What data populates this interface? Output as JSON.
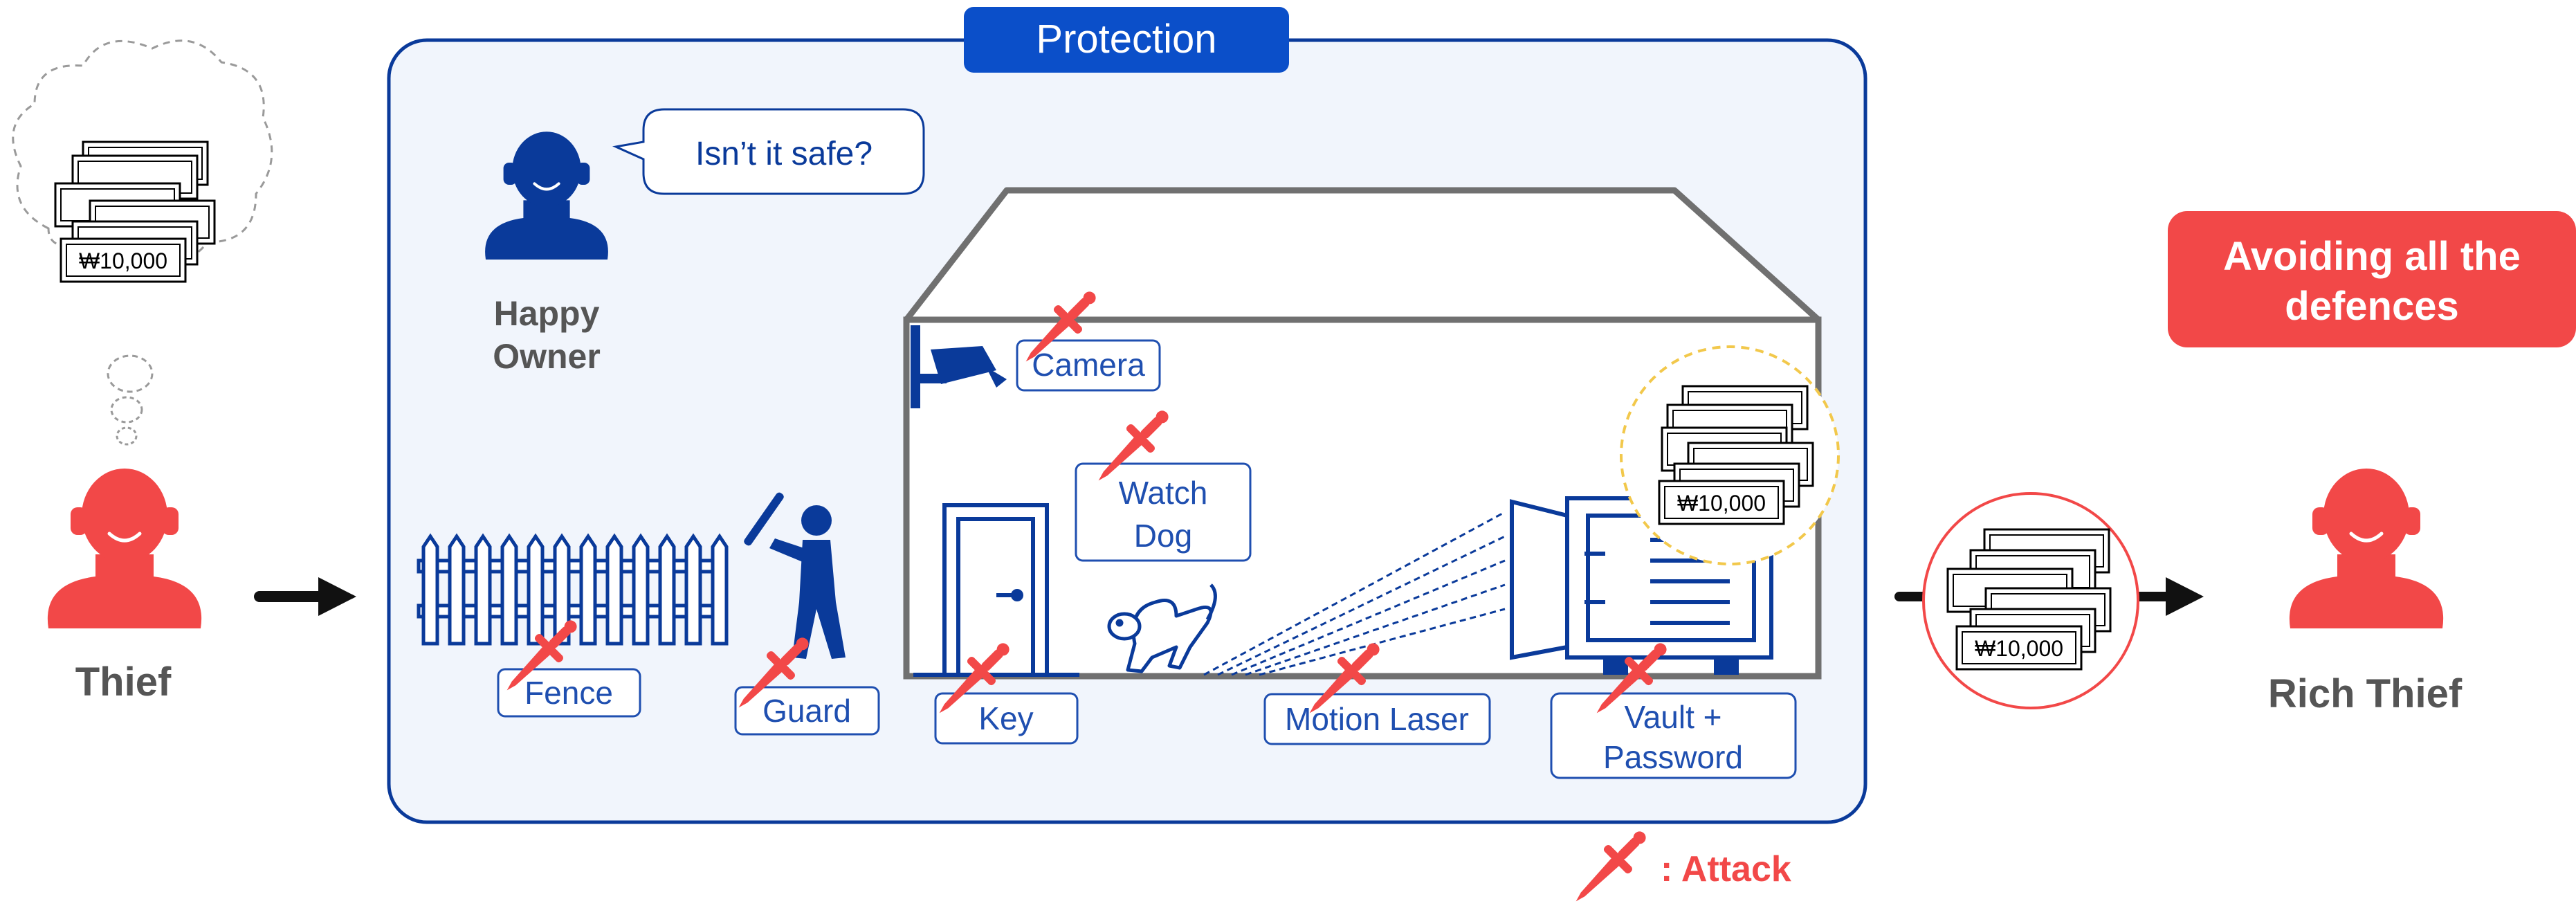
{
  "title": "Protection",
  "thief": {
    "label": "Thief"
  },
  "rich_thief": {
    "label": "Rich Thief"
  },
  "owner": {
    "label_line1": "Happy",
    "label_line2": "Owner",
    "speech": "Isn’t it safe?"
  },
  "banner": {
    "line1": "Avoiding all the",
    "line2": "defences"
  },
  "note": {
    "text": "₩10,000"
  },
  "defences": {
    "fence": "Fence",
    "guard": "Guard",
    "camera": "Camera",
    "watch_dog_line1": "Watch",
    "watch_dog_line2": "Dog",
    "key": "Key",
    "motion_laser": "Motion Laser",
    "vault_line1": "Vault +",
    "vault_line2": "Password"
  },
  "legend": {
    "attack_label": ": Attack"
  },
  "colors": {
    "blue": "#0a3a9a",
    "label_blue": "#1f4fb0",
    "title_blue": "#0b4fc9",
    "red": "#f24848",
    "gray_text": "#555555",
    "house_gray": "#707070",
    "panel_bg": "#f1f5fc"
  }
}
